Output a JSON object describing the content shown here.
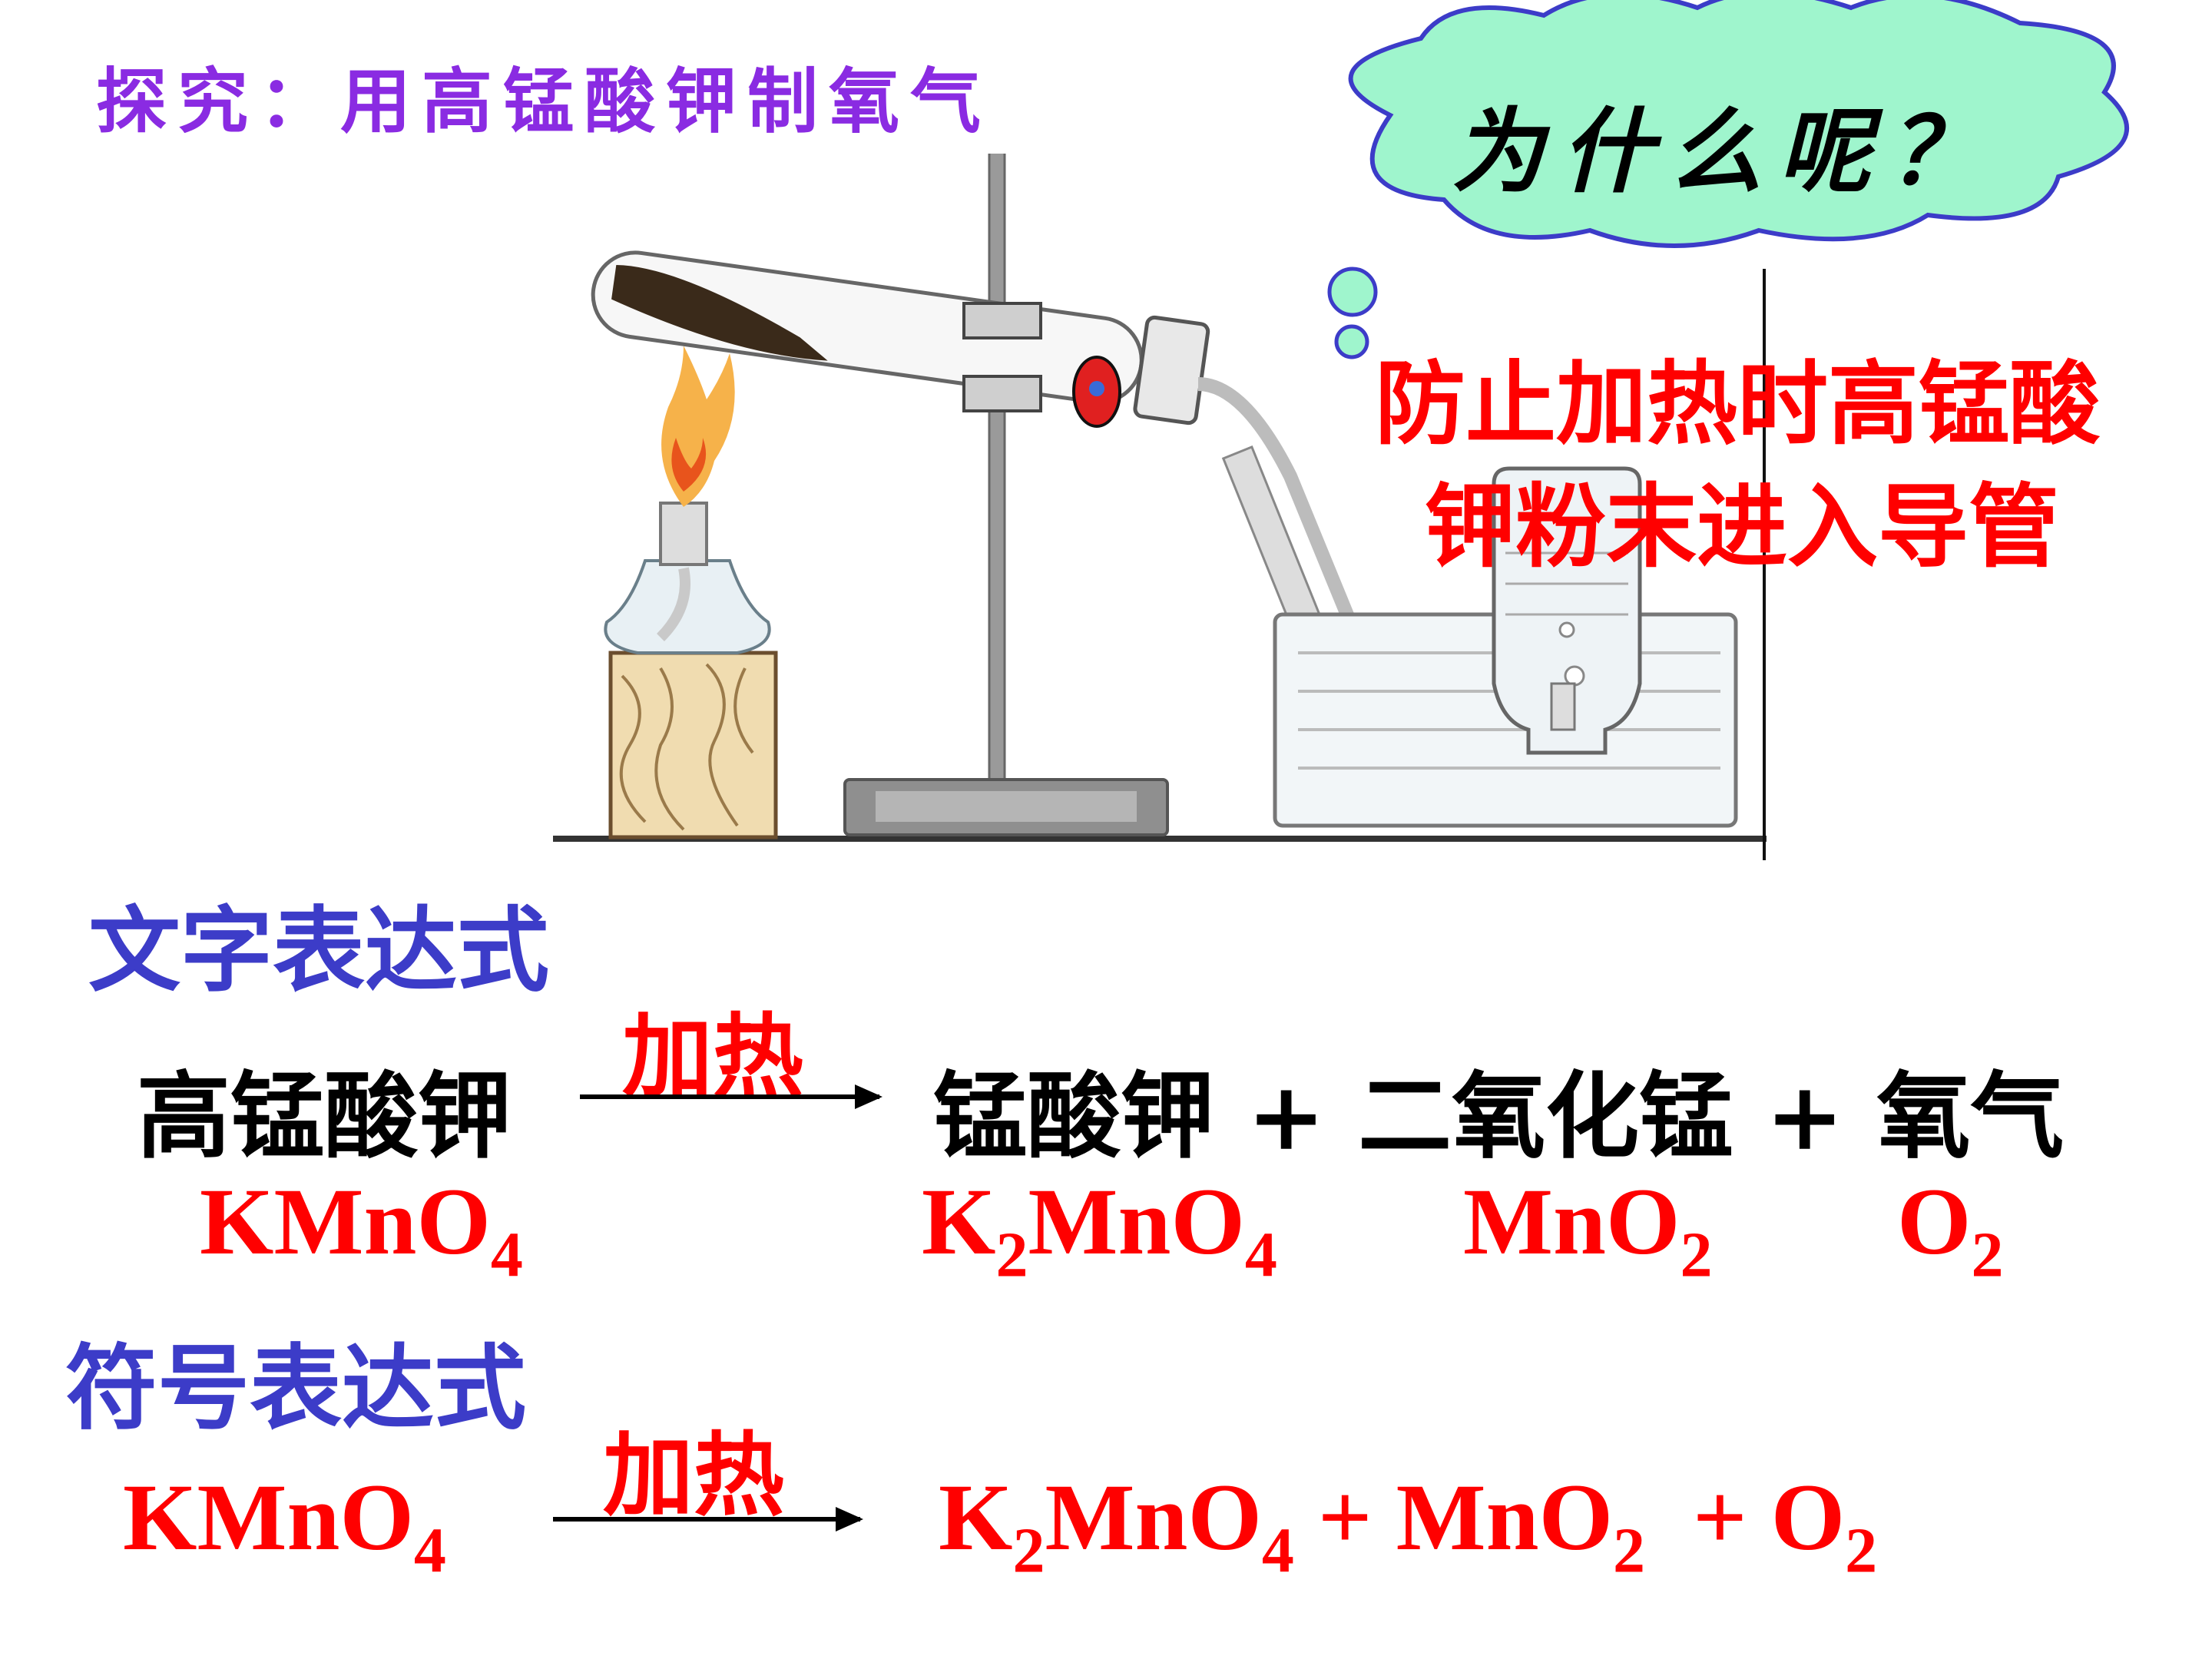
{
  "title": "探究：用高锰酸钾制氧气",
  "bubble": {
    "text": "为什么呢？"
  },
  "reason": {
    "line1": "防止加热时高锰酸",
    "line2": "钾粉末进入导管"
  },
  "word_eq": {
    "heading": "文字表达式",
    "reactant": "高锰酸钾",
    "condition": "加热",
    "products": "锰酸钾 + 二氧化锰 + 氧气"
  },
  "formulas_under_words": {
    "kmno4": {
      "base": "KMnO",
      "sub": "4"
    },
    "k2mno4": {
      "k": "K",
      "sub1": "2",
      "mid": "MnO",
      "sub2": "4"
    },
    "mno2": {
      "base": "MnO",
      "sub": "2"
    },
    "o2": {
      "base": "O",
      "sub": "2"
    }
  },
  "symbol_eq": {
    "heading": "符号表达式",
    "condition": "加热",
    "reactant": {
      "base": "KMnO",
      "sub": "4"
    },
    "p1": {
      "k": "K",
      "sub1": "2",
      "mid": "MnO",
      "sub2": "4"
    },
    "plus": "+",
    "p2": {
      "base": "MnO",
      "sub": "2"
    },
    "p3": {
      "base": "O",
      "sub": "2"
    }
  },
  "colors": {
    "title": "#8a2be2",
    "heading": "#3c3cc8",
    "red": "#ff0000",
    "bubble_fill": "#9ff5cd"
  }
}
